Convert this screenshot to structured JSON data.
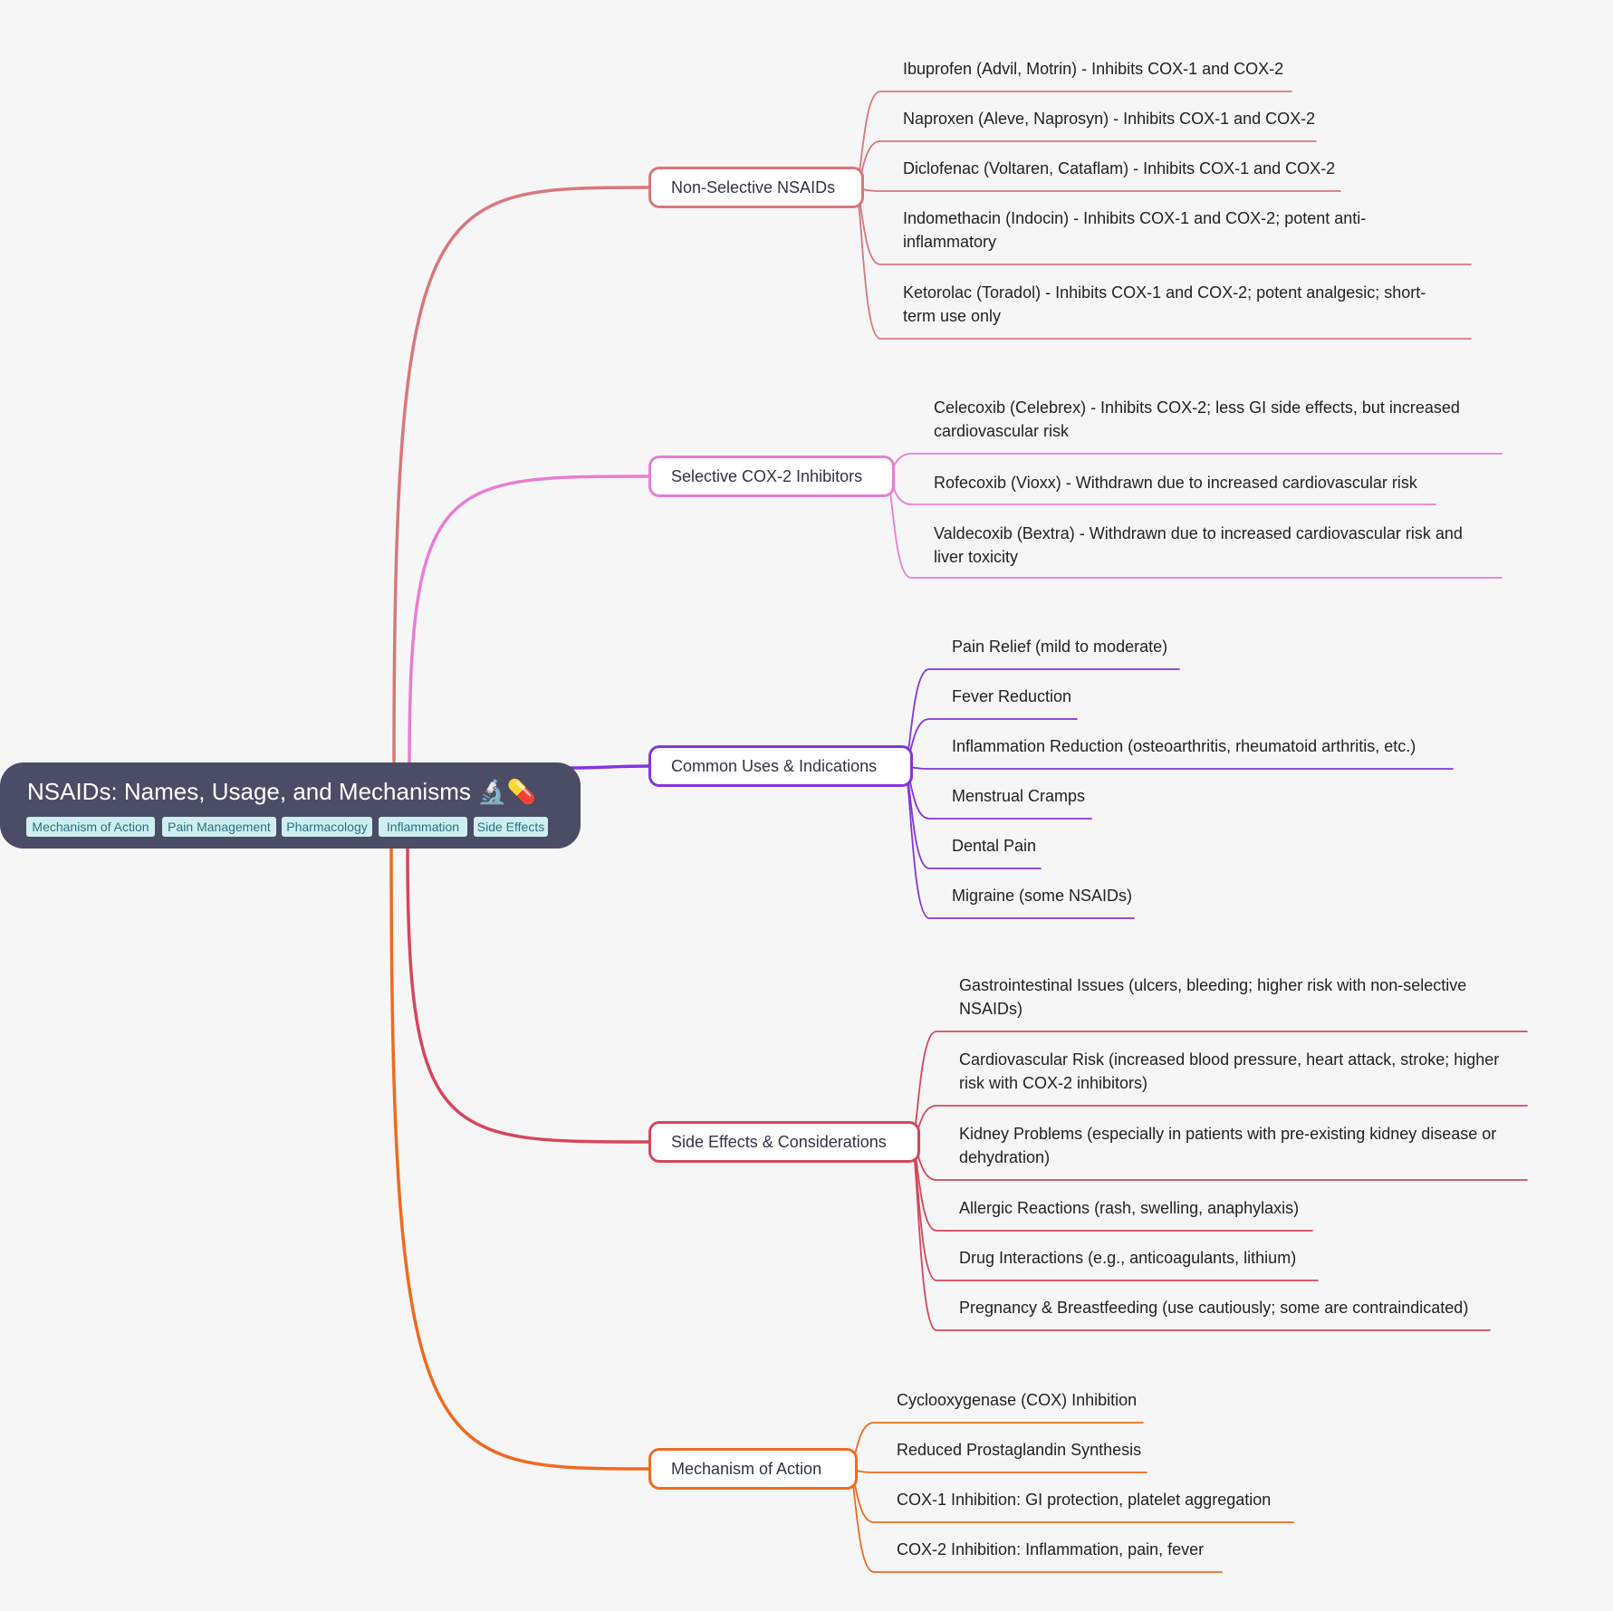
{
  "root": {
    "title": "NSAIDs: Names, Usage, and Mechanisms 🔬💊",
    "tags": [
      "Mechanism of Action",
      "Pain Management",
      "Pharmacology",
      "Inflammation",
      "Side Effects"
    ]
  },
  "colors": {
    "root_bg": "#4b4c65",
    "tag_bg": "#cdeff2",
    "tag_text": "#2b6f7d",
    "non_selective": "#d9777a",
    "selective": "#e87dd4",
    "uses": "#8335e0",
    "side_effects": "#d8455a",
    "mechanism": "#f06a1f"
  },
  "branches": [
    {
      "label": "Non-Selective NSAIDs",
      "color": "#d9777a",
      "children": [
        "Ibuprofen (Advil, Motrin) - Inhibits COX-1 and COX-2",
        "Naproxen (Aleve, Naprosyn) - Inhibits COX-1 and COX-2",
        "Diclofenac (Voltaren, Cataflam) - Inhibits COX-1 and COX-2",
        "Indomethacin (Indocin) - Inhibits COX-1 and COX-2; potent anti-inflammatory",
        "Ketorolac (Toradol) - Inhibits COX-1 and COX-2; potent analgesic; short-term use only"
      ]
    },
    {
      "label": "Selective COX-2 Inhibitors",
      "color": "#e87dd4",
      "children": [
        "Celecoxib (Celebrex) - Inhibits COX-2; less GI side effects, but increased cardiovascular risk",
        "Rofecoxib (Vioxx) - Withdrawn due to increased cardiovascular risk",
        "Valdecoxib (Bextra) - Withdrawn due to increased cardiovascular risk and liver toxicity"
      ]
    },
    {
      "label": "Common Uses & Indications",
      "color": "#8335e0",
      "children": [
        "Pain Relief (mild to moderate)",
        "Fever Reduction",
        "Inflammation Reduction (osteoarthritis, rheumatoid arthritis, etc.)",
        "Menstrual Cramps",
        "Dental Pain",
        "Migraine (some NSAIDs)"
      ]
    },
    {
      "label": "Side Effects & Considerations",
      "color": "#d8455a",
      "children": [
        "Gastrointestinal Issues (ulcers, bleeding; higher risk with non-selective NSAIDs)",
        "Cardiovascular Risk (increased blood pressure, heart attack, stroke; higher risk with COX-2 inhibitors)",
        "Kidney Problems (especially in patients with pre-existing kidney disease or dehydration)",
        "Allergic Reactions (rash, swelling, anaphylaxis)",
        "Drug Interactions (e.g., anticoagulants, lithium)",
        "Pregnancy & Breastfeeding (use cautiously; some are contraindicated)"
      ]
    },
    {
      "label": "Mechanism of Action",
      "color": "#f06a1f",
      "children": [
        "Cyclooxygenase (COX) Inhibition",
        "Reduced Prostaglandin Synthesis",
        "COX-1 Inhibition:  GI protection, platelet aggregation",
        "COX-2 Inhibition: Inflammation, pain, fever"
      ]
    }
  ]
}
